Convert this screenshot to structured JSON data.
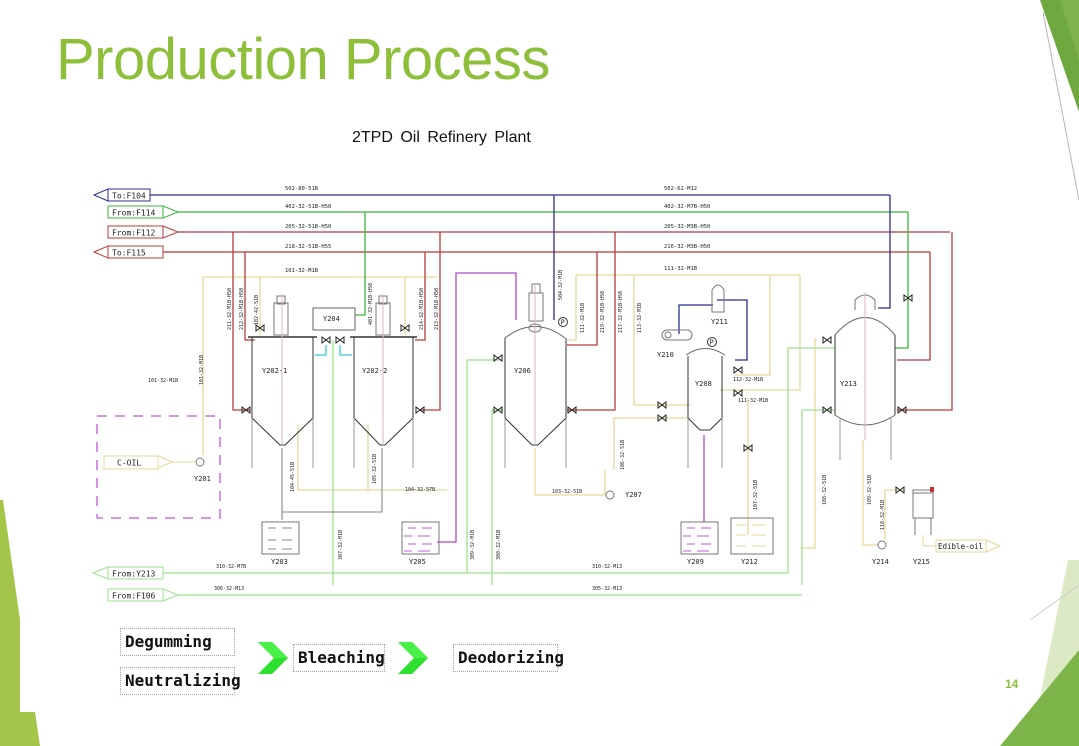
{
  "slide": {
    "title": "Production Process",
    "page_number": "14",
    "accent_color": "#8dbf3a",
    "dark_accent_color": "#6fa83e"
  },
  "diagram": {
    "title": "2TPD  Oil  Refinery Plant",
    "line_colors": {
      "blue": "#2b2f8f",
      "green": "#3cb43c",
      "red": "#b83b3b",
      "yellow": "#e6d79a",
      "magenta": "#b04ac8",
      "cyan": "#38c6d8",
      "light_green": "#9ee08f",
      "gray": "#9a9a9a"
    },
    "connectors": [
      {
        "label": "To:F104",
        "direction": "out",
        "color": "blue"
      },
      {
        "label": "From:F114",
        "direction": "in",
        "color": "green"
      },
      {
        "label": "From:F112",
        "direction": "in",
        "color": "red"
      },
      {
        "label": "To:F115",
        "direction": "out",
        "color": "red"
      },
      {
        "label": "From:Y213",
        "direction": "out",
        "color": "light_green"
      },
      {
        "label": "From:F106",
        "direction": "in",
        "color": "light_green"
      },
      {
        "label": "C-OIL",
        "direction": "in",
        "color": "yellow"
      },
      {
        "label": "Edible-oil",
        "direction": "out",
        "color": "yellow"
      }
    ],
    "header_line_labels": {
      "blue_left": "502-80-51B",
      "blue_right": "502-62-M12",
      "green_left": "402-32-51B-H50",
      "green_right": "402-32-M7B-H50",
      "red1_left": "205-32-51B-H50",
      "red1_right": "205-32-M3B-H50",
      "red2_left": "218-32-51B-H55",
      "red2_right": "216-32-M3B-H50",
      "yellow_left": "101-32-M1B",
      "yellow_right": "111-32-M1B"
    },
    "pipe_labels": {
      "feed_h": "101-32-M1B",
      "feed_v": "101-32-M1B",
      "y202_1_a": "211-32-M1B-H50",
      "y202_1_b": "212-32-M1B-H50",
      "y202_1_c": "102-42-51B",
      "y204_out": "401-32-M1B-H50",
      "y202_2_a": "214-32-M1B-H50",
      "y202_2_b": "213-32-M1B-H50",
      "y206_blue": "504-32-M1B",
      "y206_a": "111-32-M1B",
      "y206_b": "219-32-M1B-H50",
      "y206_c": "217-32-M1B-H50",
      "y206_d": "113-32-M1B",
      "y208_a": "112-32-M1B",
      "y208_b": "111-32-M1B",
      "y203_down": "104-45-51B",
      "y202_2_down": "105-32-51B",
      "mid_h": "104-32-57B",
      "vert_green": "307-32-M1B",
      "y206_down": "103-32-51B",
      "y207_up": "106-32-51B",
      "vert_green2": "309-32-M1B",
      "vert_green3": "308-32-M1B",
      "y212_in": "107-32-51B",
      "y213_down_a": "108-32-51B",
      "y213_down_b": "109-32-51B",
      "y214_out": "110-32-M1B",
      "bottom_1_left": "310-32-M7B",
      "bottom_1_right": "310-32-M13",
      "bottom_2_left": "306-32-M13",
      "bottom_2_right": "305-32-M13"
    },
    "equipment": {
      "y201": "Y201",
      "y202_1": "Y202-1",
      "y202_2": "Y202-2",
      "y203": "Y203",
      "y204": "Y204",
      "y205": "Y205",
      "y206": "Y206",
      "y207": "Y207",
      "y208": "Y208",
      "y209": "Y209",
      "y210": "Y210",
      "y211": "Y211",
      "y212": "Y212",
      "y213": "Y213",
      "y214": "Y214",
      "y215": "Y215"
    },
    "pump_symbol": "P"
  },
  "process_flow": {
    "stages": [
      {
        "label": "Degumming"
      },
      {
        "label": "Neutralizing"
      },
      {
        "label": "Bleaching"
      },
      {
        "label": "Deodorizing"
      }
    ],
    "arrow_color": "#2ee02e"
  }
}
